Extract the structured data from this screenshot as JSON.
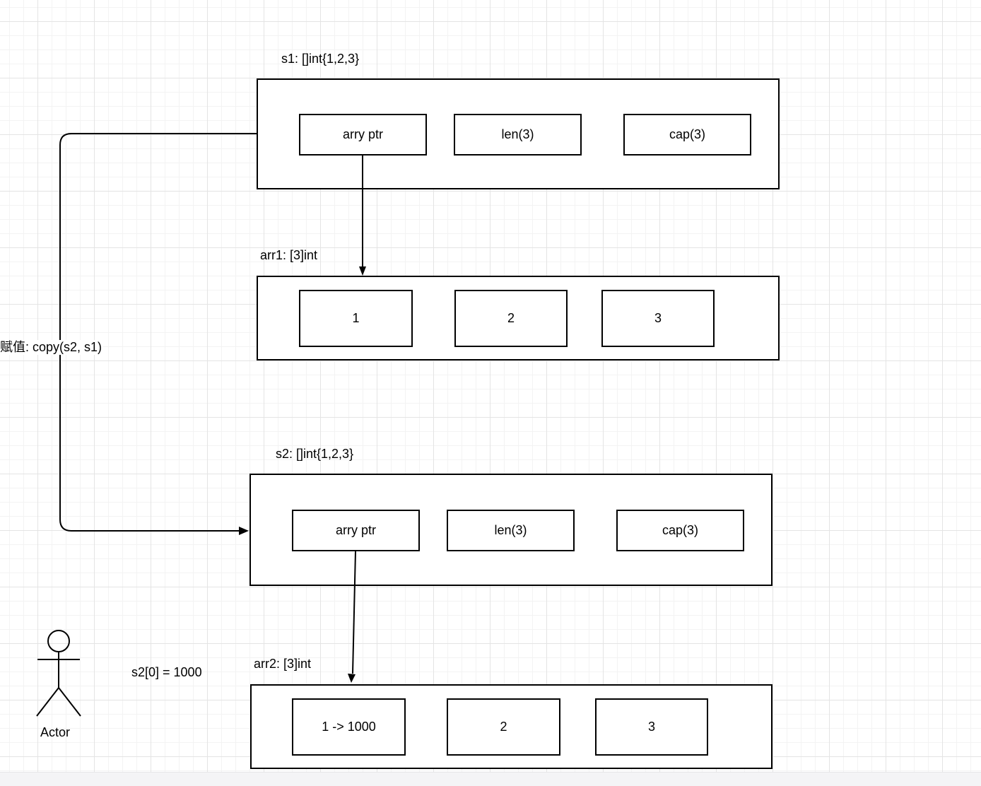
{
  "s1": {
    "title": "s1: []int{1,2,3}",
    "fields": [
      "arry ptr",
      "len(3)",
      "cap(3)"
    ]
  },
  "arr1": {
    "title": "arr1: [3]int",
    "cells": [
      "1",
      "2",
      "3"
    ]
  },
  "s2": {
    "title": "s2: []int{1,2,3}",
    "fields": [
      "arry ptr",
      "len(3)",
      "cap(3)"
    ]
  },
  "arr2": {
    "title": "arr2: [3]int",
    "cells": [
      "1 -> 1000",
      "2",
      "3"
    ]
  },
  "annotations": {
    "copy_call": "赋值: copy(s2, s1)",
    "assignment": "s2[0] = 1000",
    "actor": "Actor"
  },
  "colors": {
    "stroke": "#000000",
    "shape_fill": "#ffffff",
    "grid_minor": "#f3f3f3",
    "grid_major": "#e4e4e4"
  }
}
